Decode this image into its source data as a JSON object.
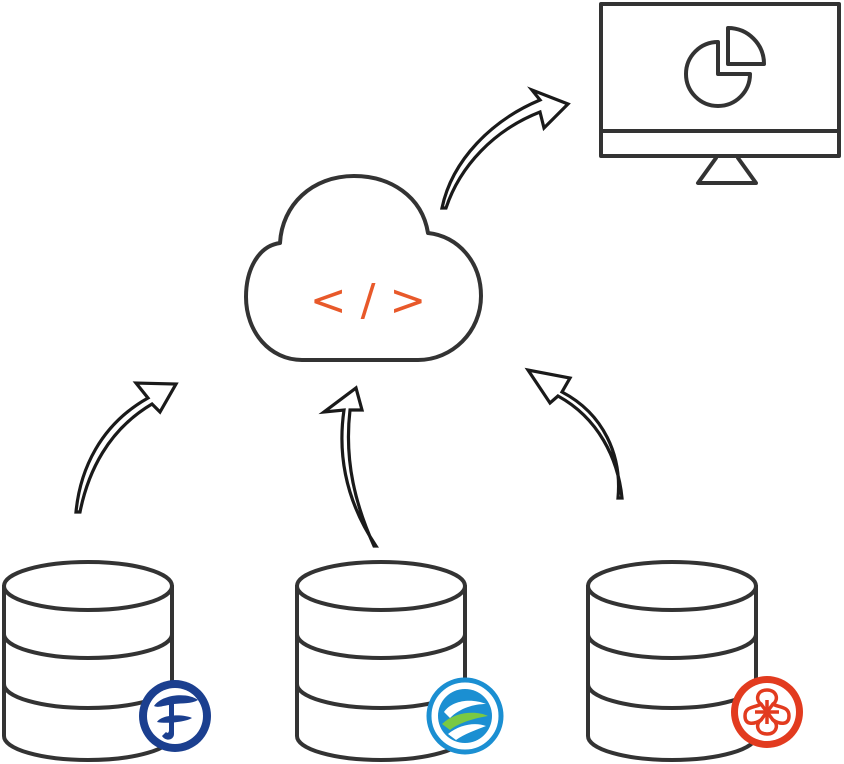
{
  "cloud": {
    "code_label": "< / >",
    "code_color": "#e8592a",
    "icon": "code-cloud-icon"
  },
  "monitor": {
    "icon": "monitor-pie-chart-icon"
  },
  "databases": [
    {
      "icon": "database-icon",
      "logo": "china-telecom-logo-icon",
      "logo_color": "#1b3f8f"
    },
    {
      "icon": "database-icon",
      "logo": "china-mobile-logo-icon",
      "logo_color": "#1b8fd2"
    },
    {
      "icon": "database-icon",
      "logo": "china-unicom-logo-icon",
      "logo_color": "#e23b1f"
    }
  ],
  "arrows": [
    {
      "icon": "arrow-icon",
      "from": "database-1",
      "to": "cloud"
    },
    {
      "icon": "arrow-icon",
      "from": "database-2",
      "to": "cloud"
    },
    {
      "icon": "arrow-icon",
      "from": "database-3",
      "to": "cloud"
    },
    {
      "icon": "arrow-icon",
      "from": "cloud",
      "to": "monitor"
    }
  ],
  "colors": {
    "stroke": "#333333",
    "background": "#ffffff"
  }
}
